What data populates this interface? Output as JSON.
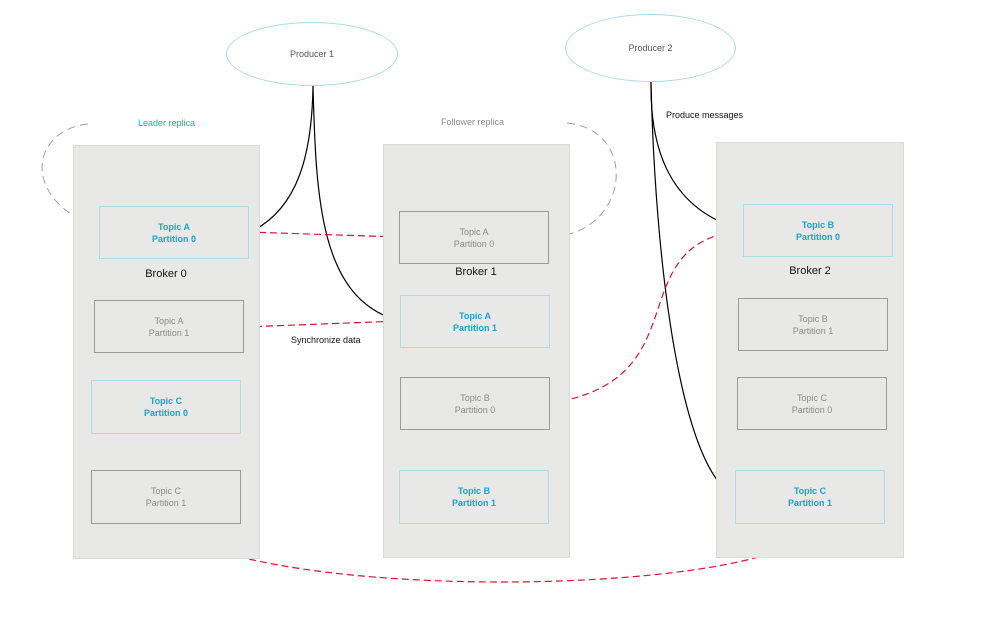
{
  "producers": [
    {
      "label": "Producer 1"
    },
    {
      "label": "Producer 2"
    }
  ],
  "legend": {
    "leader_replica": "Leader replica",
    "follower_replica": "Follower replica"
  },
  "annotations": {
    "produce_messages": "Produce messages",
    "synchronize_data": "Synchronize data"
  },
  "brokers": [
    {
      "label": "Broker 0",
      "partitions": [
        {
          "line1": "Topic A",
          "line2": "Partition 0",
          "role": "leader"
        },
        {
          "line1": "Topic A",
          "line2": "Partition 1",
          "role": "follower"
        },
        {
          "line1": "Topic C",
          "line2": "Partition 0",
          "role": "leader"
        },
        {
          "line1": "Topic C",
          "line2": "Partition 1",
          "role": "follower"
        }
      ]
    },
    {
      "label": "Broker 1",
      "partitions": [
        {
          "line1": "Topic A",
          "line2": "Partition 0",
          "role": "follower"
        },
        {
          "line1": "Topic A",
          "line2": "Partition 1",
          "role": "leader"
        },
        {
          "line1": "Topic B",
          "line2": "Partition 0",
          "role": "follower"
        },
        {
          "line1": "Topic B",
          "line2": "Partition 1",
          "role": "leader"
        }
      ]
    },
    {
      "label": "Broker 2",
      "partitions": [
        {
          "line1": "Topic B",
          "line2": "Partition 0",
          "role": "leader"
        },
        {
          "line1": "Topic B",
          "line2": "Partition 1",
          "role": "follower"
        },
        {
          "line1": "Topic C",
          "line2": "Partition 0",
          "role": "follower"
        },
        {
          "line1": "Topic C",
          "line2": "Partition 1",
          "role": "leader"
        }
      ]
    }
  ],
  "colors": {
    "leader": "#1aa3d4",
    "follower": "#8a8a8a",
    "broker_bg": "#e8e8e6",
    "sync_arrow": "#e0102f",
    "produce_arrow": "#000000"
  }
}
